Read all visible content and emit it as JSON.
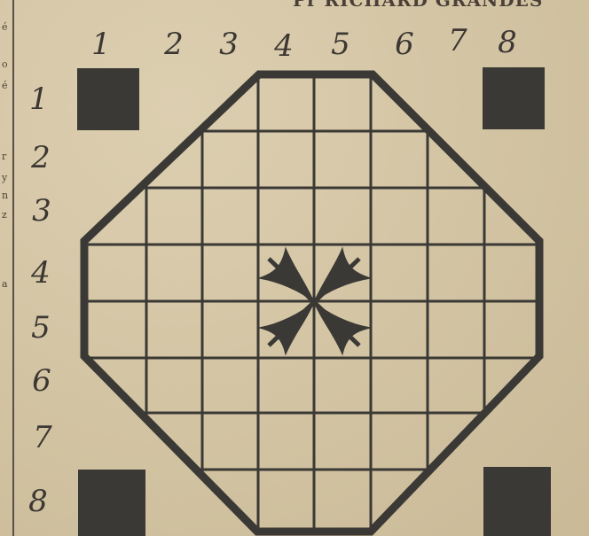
{
  "header": {
    "banner_text": "Pr RICHARD GRANDES"
  },
  "gutter_letters": [
    "é",
    "o",
    "é",
    "r",
    "y",
    "n",
    "z",
    "a"
  ],
  "board": {
    "column_labels": [
      "1",
      "2",
      "3",
      "4",
      "5",
      "6",
      "7",
      "8"
    ],
    "row_labels": [
      "1",
      "2",
      "3",
      "4",
      "5",
      "6",
      "7",
      "8"
    ],
    "grid_size": 8,
    "shape": "octagon",
    "center_motif": "cross-flower",
    "corner_squares": 4,
    "colors": {
      "lines": "#3b3935",
      "paper": "#d6c8a8",
      "fill": "#3b3935"
    }
  }
}
